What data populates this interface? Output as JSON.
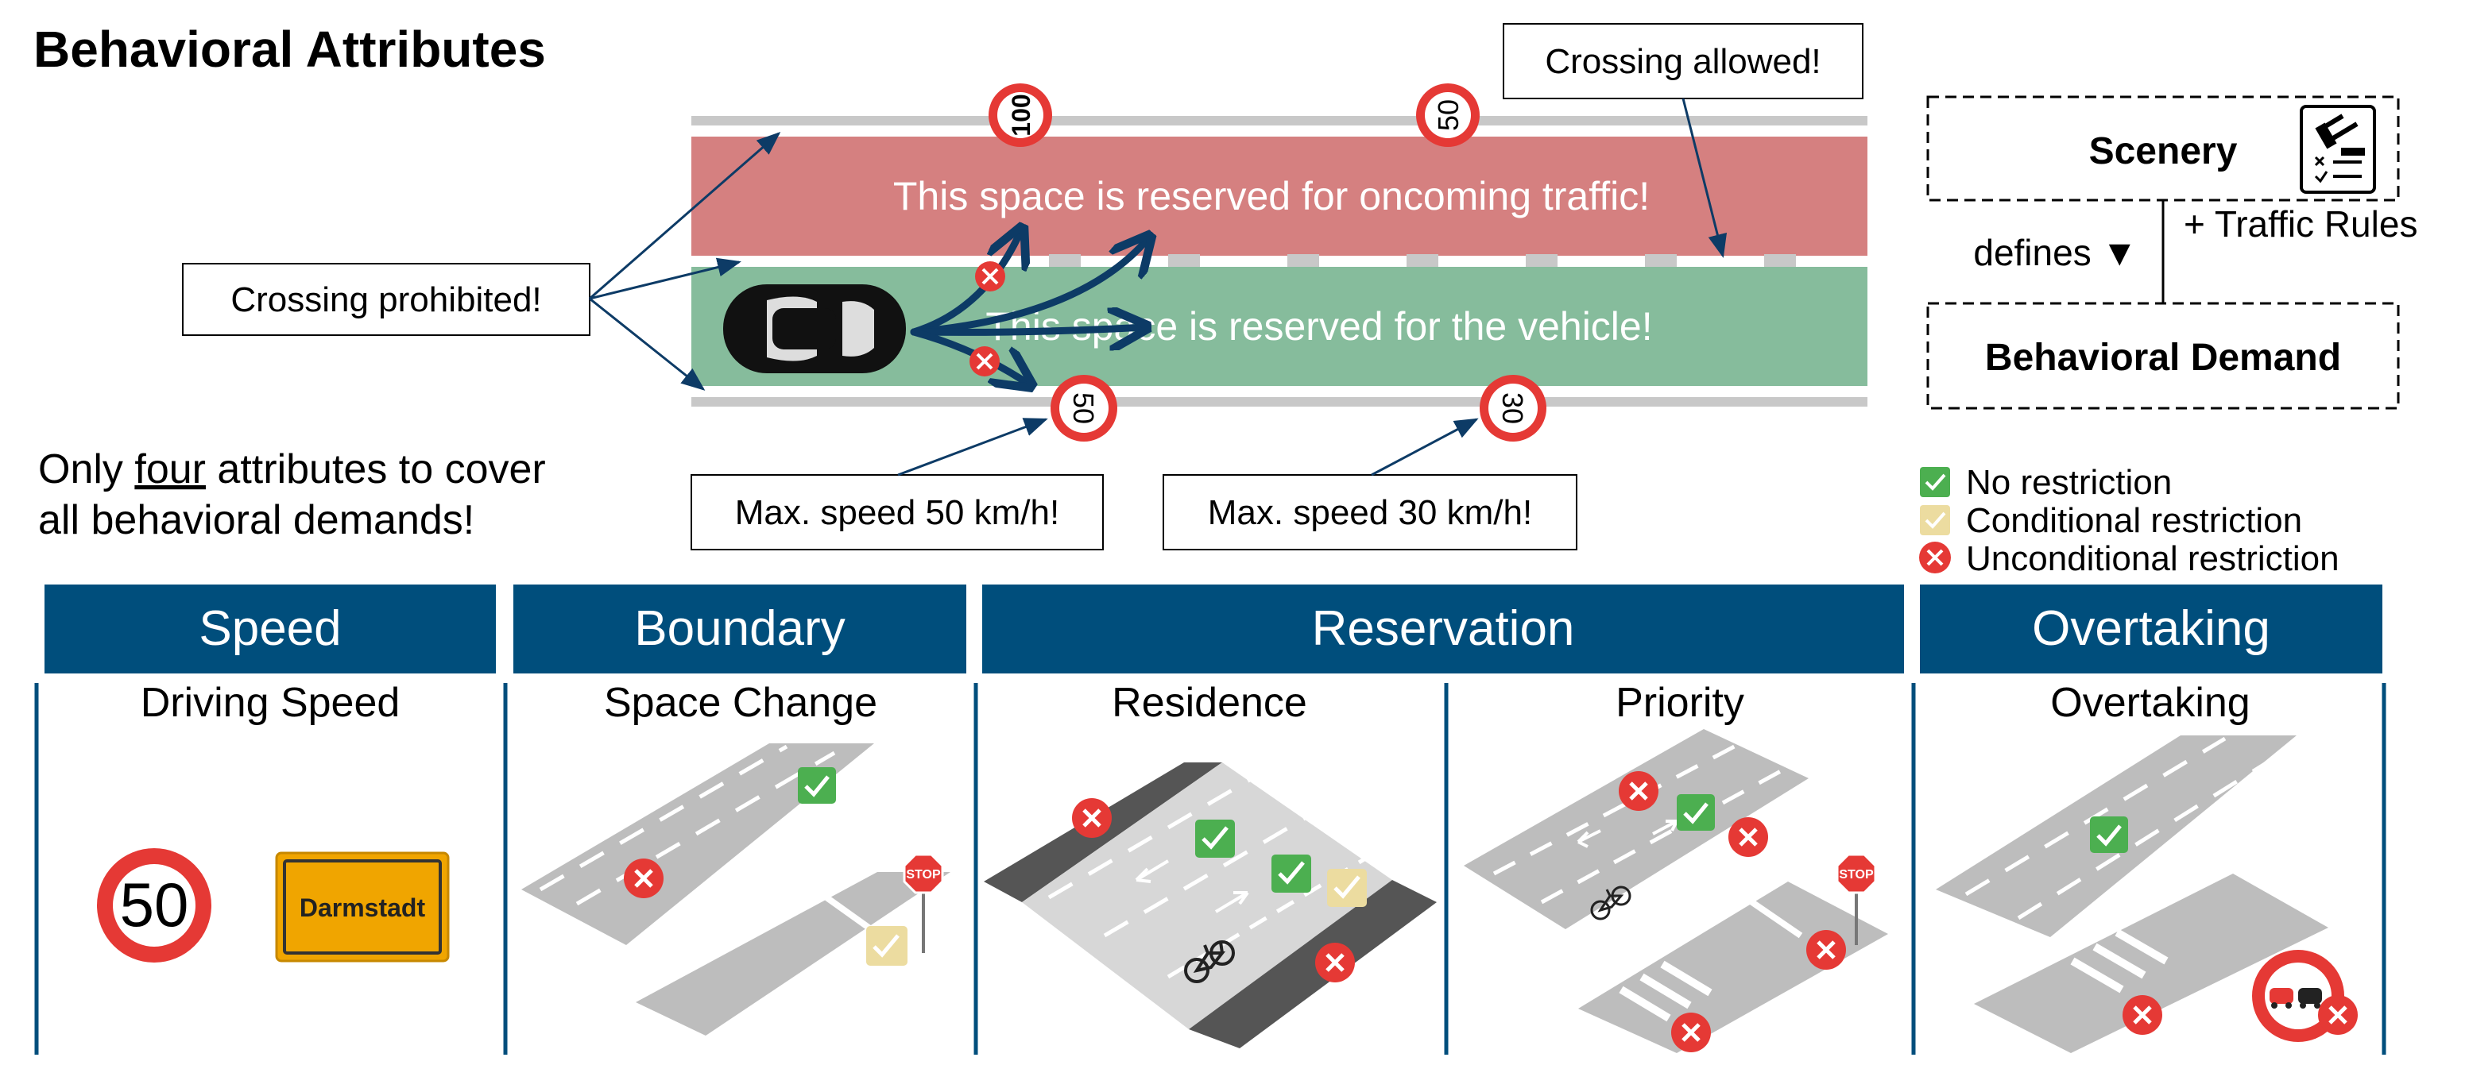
{
  "title": "Behavioral Attributes",
  "callouts": {
    "crossing_allowed": "Crossing allowed!",
    "crossing_prohibited": "Crossing prohibited!",
    "max_speed_50": "Max. speed 50 km/h!",
    "max_speed_30": "Max. speed 30 km/h!"
  },
  "road": {
    "oncoming_text": "This space is reserved for oncoming traffic!",
    "vehicle_text": "This space is reserved for the vehicle!",
    "signs": {
      "top_left": "100",
      "top_right": "50",
      "bottom_left": "50",
      "bottom_right": "30"
    }
  },
  "summary": {
    "line1_prefix": "Only ",
    "line1_underlined": "four",
    "line1_suffix": " attributes to cover",
    "line2": "all behavioral demands!"
  },
  "hierarchy": {
    "scenery": "Scenery",
    "defines": "defines ▼",
    "traffic_rules": "+ Traffic Rules",
    "behavioral_demand": "Behavioral Demand"
  },
  "legend": [
    {
      "label": "No restriction",
      "color": "#4caf50",
      "mark": "check"
    },
    {
      "label": "Conditional restriction",
      "color": "#ecdca0",
      "mark": "check"
    },
    {
      "label": "Unconditional restriction",
      "color": "#e53935",
      "mark": "cross"
    }
  ],
  "categories": [
    {
      "label": "Speed"
    },
    {
      "label": "Boundary"
    },
    {
      "label": "Reservation"
    },
    {
      "label": "Overtaking"
    }
  ],
  "subcategories": [
    {
      "label": "Driving Speed"
    },
    {
      "label": "Space Change"
    },
    {
      "label": "Residence"
    },
    {
      "label": "Priority"
    },
    {
      "label": "Overtaking"
    }
  ],
  "panels": {
    "speed_sign": "50",
    "town_sign": "Darmstadt",
    "stop_text": "STOP"
  },
  "colors": {
    "header_bg": "#004e7c",
    "oncoming_lane": "#d58080",
    "vehicle_lane": "#86bc9c",
    "arrow": "#0d3b66",
    "road_gray": "#bdbdbd"
  }
}
